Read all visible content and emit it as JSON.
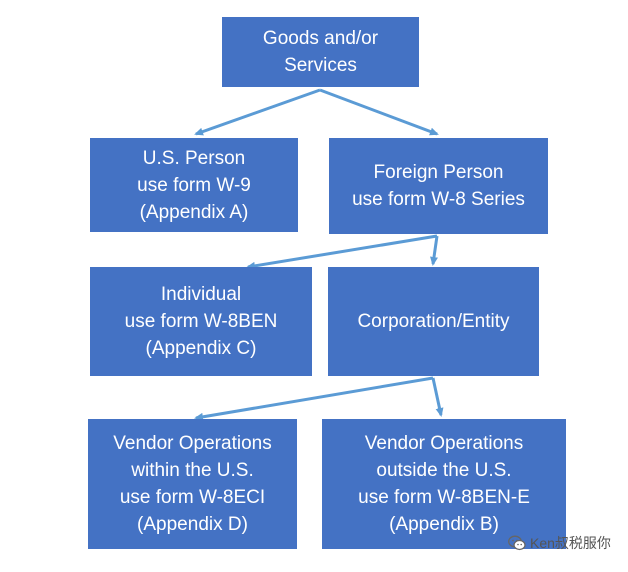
{
  "diagram": {
    "arrow_color": "#5b9bd5",
    "box_color": "#4472c4",
    "text_color": "#ffffff",
    "nodes": {
      "goods": {
        "lines": [
          "Goods and/or",
          "Services"
        ]
      },
      "us_person": {
        "lines": [
          "U.S. Person",
          "use form W-9",
          "(Appendix A)"
        ]
      },
      "foreign_person": {
        "lines": [
          "Foreign Person",
          "use form W-8 Series"
        ]
      },
      "individual": {
        "lines": [
          "Individual",
          "use form W-8BEN",
          "(Appendix C)"
        ]
      },
      "corporation": {
        "lines": [
          "Corporation/Entity"
        ]
      },
      "vendor_within": {
        "lines": [
          "Vendor Operations",
          "within the U.S.",
          "use form W-8ECI",
          "(Appendix D)"
        ]
      },
      "vendor_outside": {
        "lines": [
          "Vendor Operations",
          "outside the U.S.",
          "use form W-8BEN-E",
          "(Appendix B)"
        ]
      }
    },
    "edges": [
      {
        "from": "goods",
        "to": "us_person"
      },
      {
        "from": "goods",
        "to": "foreign_person"
      },
      {
        "from": "foreign_person",
        "to": "individual"
      },
      {
        "from": "foreign_person",
        "to": "corporation"
      },
      {
        "from": "corporation",
        "to": "vendor_within"
      },
      {
        "from": "corporation",
        "to": "vendor_outside"
      }
    ]
  },
  "watermark": {
    "text": "Ken叔税服你",
    "icon": "wechat-icon"
  }
}
